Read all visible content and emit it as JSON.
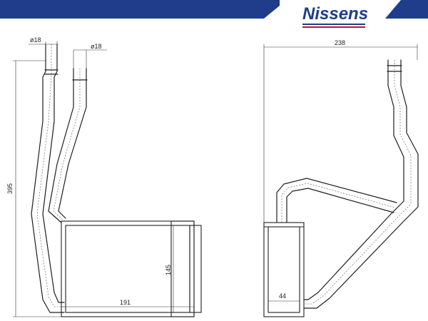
{
  "brand": {
    "name": "Nissens",
    "primary_color": "#1f3d8a",
    "accent_color": "#c8102e"
  },
  "front_view": {
    "dimensions": {
      "pipe_dia_left": "ø18",
      "pipe_dia_right": "ø18",
      "height": "395",
      "core_width": "191",
      "core_height": "145"
    }
  },
  "side_view": {
    "dimensions": {
      "overall_width": "238",
      "core_depth": "44"
    }
  }
}
